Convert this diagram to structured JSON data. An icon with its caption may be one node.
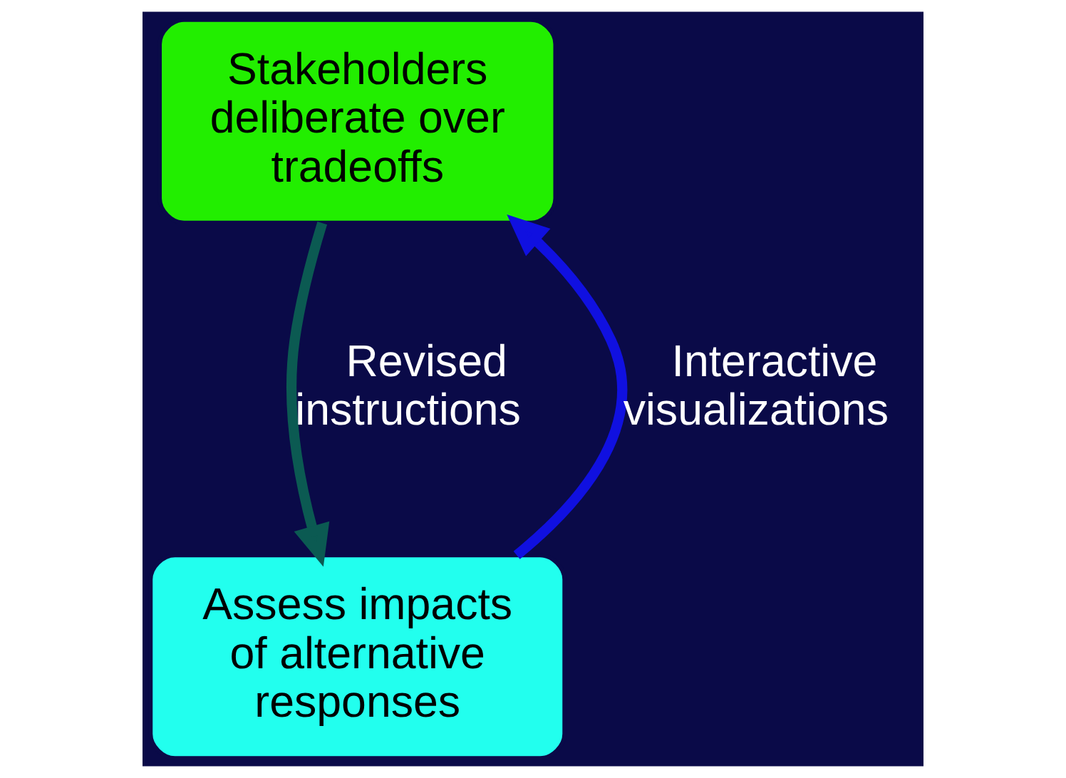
{
  "diagram": {
    "nodes": [
      {
        "text": [
          "Stakeholders deliberate over tradeoffs"
        ]
      },
      {
        "text": [
          "Assess impacts of alternative responses"
        ]
      }
    ],
    "edges": [
      {
        "from": 0,
        "to": 1,
        "arrow": "to",
        "label": "Revised instructions",
        "color": "#0b5a52"
      },
      {
        "from": 1,
        "to": 0,
        "arrow": "to",
        "label": "Interactive visualizations",
        "color": "#1010e0"
      }
    ]
  }
}
